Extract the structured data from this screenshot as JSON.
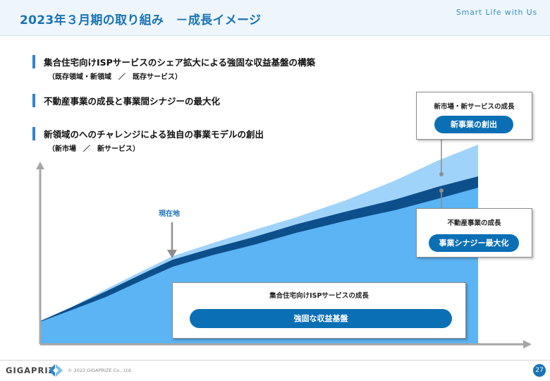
{
  "header": {
    "title": "2023年３月期の取り組み　－成長イメージ",
    "tagline": "Smart Life with Us"
  },
  "bullets": [
    {
      "main": "集合住宅向けISPサービスのシェア拡大による強固な収益基盤の構築",
      "sub": "（既存領域・新領域　／　既存サービス）"
    },
    {
      "main": "不動産事業の成長と事業間シナジーの最大化",
      "sub": ""
    },
    {
      "main": "新領域のへのチャレンジによる独自の事業モデルの創出",
      "sub": "（新市場　／　新サービス）"
    }
  ],
  "chart": {
    "current_label": "現在地",
    "box_new": {
      "label": "新市場・新サービスの成長",
      "pill": "新事業の創出"
    },
    "box_realestate": {
      "label": "不動産事業の成長",
      "pill": "事業シナジー最大化"
    },
    "box_isp": {
      "label": "集合住宅向けISPサービスの成長",
      "pill": "強固な収益基盤"
    },
    "colors": {
      "base": "#5bb4f3",
      "band": "#0d4f8b",
      "top": "#9fd3f9",
      "accent": "#0b6fb5"
    }
  },
  "footer": {
    "logo": "GIGAPRIZE",
    "copyright": "© 2022 GIGAPRIZE Co., Ltd.",
    "page": "27"
  }
}
